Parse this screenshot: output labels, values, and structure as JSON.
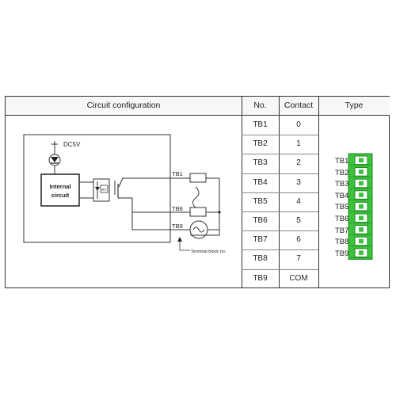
{
  "headers": {
    "circuit": "Circuit configuration",
    "no": "No.",
    "contact": "Contact",
    "type": "Type"
  },
  "rows": [
    {
      "no": "TB1",
      "contact": "0"
    },
    {
      "no": "TB2",
      "contact": "1"
    },
    {
      "no": "TB3",
      "contact": "2"
    },
    {
      "no": "TB4",
      "contact": "3"
    },
    {
      "no": "TB5",
      "contact": "4"
    },
    {
      "no": "TB6",
      "contact": "5"
    },
    {
      "no": "TB7",
      "contact": "6"
    },
    {
      "no": "TB8",
      "contact": "7"
    },
    {
      "no": "TB9",
      "contact": "COM"
    }
  ],
  "diagram": {
    "dc_label": "DC5V",
    "internal_circuit": [
      "Internal",
      "circuit"
    ],
    "relay_label": "RY",
    "tb1": "TB1",
    "tb8": "TB8",
    "tb9": "TB9",
    "terminal_note": "Terminal block no."
  },
  "connector_labels": [
    "TB1",
    "TB2",
    "TB3",
    "TB4",
    "TB5",
    "TB6",
    "TB7",
    "TB8",
    "TB9"
  ],
  "colors": {
    "connector_green": "#3cc23c",
    "connector_dark": "#1d8a1d"
  }
}
